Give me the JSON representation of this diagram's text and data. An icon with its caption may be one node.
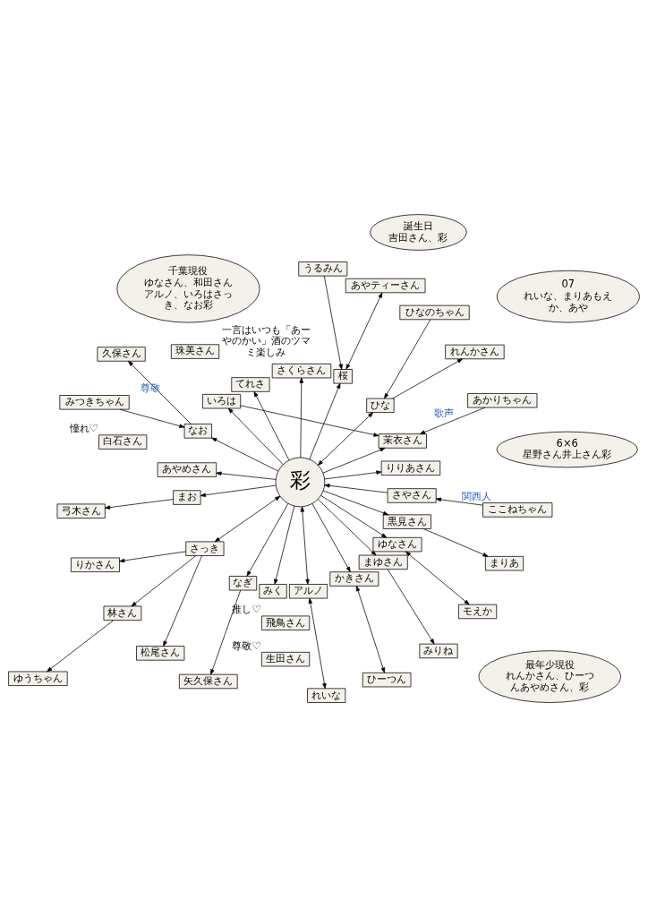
{
  "diagram": {
    "nodes": [
      {
        "text": [
          "彩"
        ]
      },
      {
        "text": [
          "あかりちゃん"
        ]
      },
      {
        "text": [
          "ひなのちゃん"
        ]
      },
      {
        "text": [
          "うるみん"
        ]
      },
      {
        "text": [
          "みつきちゃん"
        ]
      },
      {
        "text": [
          "ここねちゃん"
        ]
      },
      {
        "text": [
          "りりあさん"
        ]
      },
      {
        "text": [
          "れんかさん"
        ]
      },
      {
        "text": [
          "あやティーさん"
        ]
      },
      {
        "text": [
          "茉衣さん"
        ]
      },
      {
        "text": [
          "ひな"
        ]
      },
      {
        "text": [
          "桜"
        ]
      },
      {
        "text": [
          "久保さん"
        ]
      },
      {
        "text": [
          "さくらさん"
        ]
      },
      {
        "text": [
          "てれさ"
        ]
      },
      {
        "text": [
          "いろは"
        ]
      },
      {
        "text": [
          "なお"
        ]
      },
      {
        "text": [
          "さやさん"
        ]
      },
      {
        "text": [
          "あやめさん"
        ]
      },
      {
        "text": [
          "まお"
        ]
      },
      {
        "text": [
          "弓木さん"
        ]
      },
      {
        "text": [
          "さっき"
        ]
      },
      {
        "text": [
          "りかさん"
        ]
      },
      {
        "text": [
          "なぎ"
        ]
      },
      {
        "text": [
          "林さん"
        ]
      },
      {
        "text": [
          "矢久保さん"
        ]
      },
      {
        "text": [
          "みく"
        ]
      },
      {
        "text": [
          "アルノ"
        ]
      },
      {
        "text": [
          "かきさん"
        ]
      },
      {
        "text": [
          "まゆさん"
        ]
      },
      {
        "text": [
          "ゆなさん"
        ]
      },
      {
        "text": [
          "黒見さん"
        ]
      },
      {
        "text": [
          "松尾さん"
        ]
      },
      {
        "text": [
          "ひーつん"
        ]
      },
      {
        "text": [
          "みりね"
        ]
      },
      {
        "text": [
          "モえか"
        ]
      },
      {
        "text": [
          "まりあ"
        ]
      },
      {
        "text": [
          "れいな"
        ]
      },
      {
        "text": [
          "ゆうちゃん"
        ]
      },
      {
        "text": [
          "誕生日",
          "吉田さん、彩"
        ]
      },
      {
        "text": [
          "6×6",
          "星野さん井上さん彩"
        ]
      },
      {
        "text": [
          "千葉現役",
          "ゆなさん、和田さんアルノ、いろはさっき、なお彩"
        ]
      },
      {
        "text": [
          "珠美さん"
        ],
        "beside": [
          "一言はいつも「あーやのかい」酒のツマミ楽しみ"
        ]
      },
      {
        "text": [
          "飛鳥さん"
        ],
        "beside": [
          "推し♡"
        ]
      },
      {
        "text": [
          "白石さん"
        ],
        "beside": [
          "憧れ♡"
        ]
      },
      {
        "text": [
          "生田さん"
        ],
        "beside": [
          "尊敬♡"
        ]
      },
      {
        "text": [
          "最年少現役",
          "れんかさん、ひーつんあやめさん、彩"
        ]
      },
      {
        "text": [
          "07",
          "れいな、まりあもえか、あや"
        ]
      }
    ],
    "edges": [
      {
        "from": 0,
        "to": 10,
        "arrow": "both"
      },
      {
        "from": 0,
        "to": 14,
        "arrow": "to"
      },
      {
        "from": 0,
        "to": 15,
        "arrow": "to"
      },
      {
        "from": 0,
        "to": 19,
        "arrow": "to"
      },
      {
        "from": 0,
        "to": 23,
        "arrow": "to"
      },
      {
        "from": 0,
        "to": 26,
        "arrow": "to"
      },
      {
        "from": 0,
        "to": 27,
        "arrow": "both"
      },
      {
        "from": 0,
        "to": 21,
        "arrow": "both"
      },
      {
        "from": 0,
        "to": 16,
        "arrow": "to"
      },
      {
        "from": 0,
        "to": 11,
        "arrow": "to"
      },
      {
        "from": 1,
        "to": 9,
        "arrow": "to",
        "label": "歌声"
      },
      {
        "from": 2,
        "to": 10,
        "arrow": "to"
      },
      {
        "from": 0,
        "to": 6,
        "arrow": "to"
      },
      {
        "from": 10,
        "to": 7,
        "arrow": "to"
      },
      {
        "from": 3,
        "to": 11,
        "arrow": "to"
      },
      {
        "from": 4,
        "to": 16,
        "arrow": "to"
      },
      {
        "from": 11,
        "to": 8,
        "arrow": "both"
      },
      {
        "from": 16,
        "to": 12,
        "arrow": "to",
        "label": "尊敬"
      },
      {
        "from": 5,
        "to": 17,
        "arrow": "to",
        "label": "関西人"
      },
      {
        "from": 0,
        "to": 9,
        "arrow": "to"
      },
      {
        "from": 15,
        "to": 9,
        "arrow": "to"
      },
      {
        "from": 0,
        "to": 13,
        "arrow": "to"
      },
      {
        "from": 0,
        "to": 18,
        "arrow": "to"
      },
      {
        "from": 19,
        "to": 20,
        "arrow": "to"
      },
      {
        "from": 17,
        "to": 0,
        "arrow": "to"
      },
      {
        "from": 21,
        "to": 22,
        "arrow": "to"
      },
      {
        "from": 21,
        "to": 24,
        "arrow": "to"
      },
      {
        "from": 21,
        "to": 32,
        "arrow": "to"
      },
      {
        "from": 24,
        "to": 38,
        "arrow": "to"
      },
      {
        "from": 23,
        "to": 25,
        "arrow": "to"
      },
      {
        "from": 0,
        "to": 28,
        "arrow": "to"
      },
      {
        "from": 0,
        "to": 29,
        "arrow": "to"
      },
      {
        "from": 28,
        "to": 33,
        "arrow": "both"
      },
      {
        "from": 29,
        "to": 34,
        "arrow": "to"
      },
      {
        "from": 30,
        "to": 35,
        "arrow": "both"
      },
      {
        "from": 0,
        "to": 30,
        "arrow": "to"
      },
      {
        "from": 0,
        "to": 31,
        "arrow": "to"
      },
      {
        "from": 31,
        "to": 36,
        "arrow": "to"
      },
      {
        "from": 27,
        "to": 37,
        "arrow": "both"
      }
    ]
  }
}
